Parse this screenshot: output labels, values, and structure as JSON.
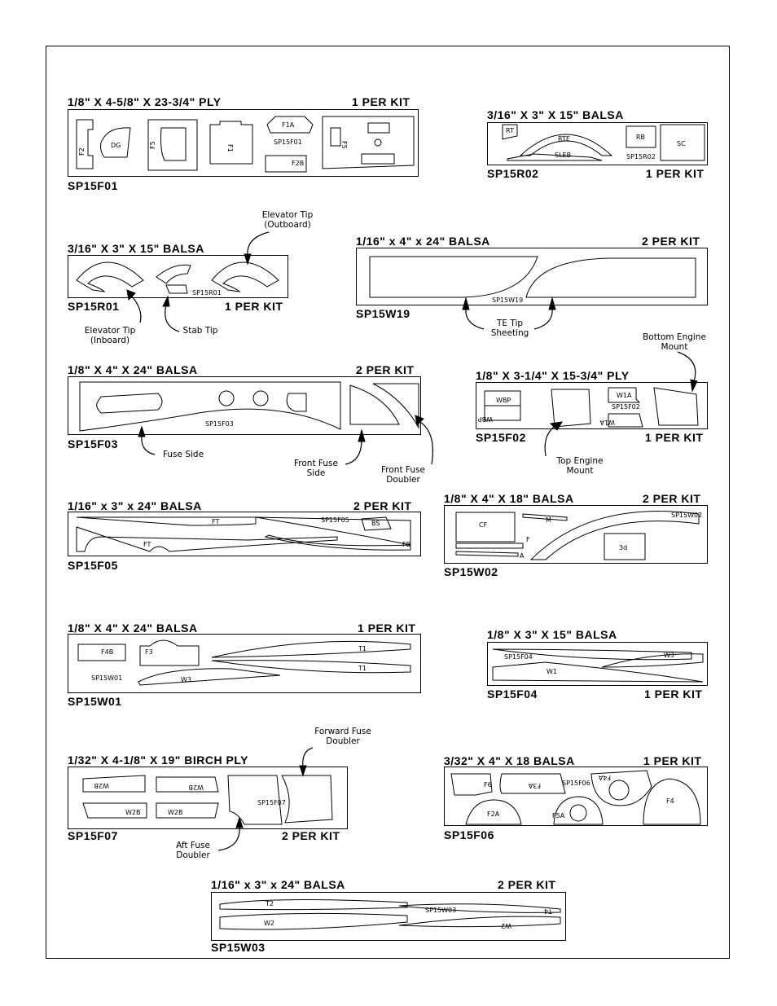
{
  "sheets": [
    {
      "id": "SP15F01",
      "spec": "1/8\" X 4-5/8\" X 23-3/4\" PLY",
      "qty": "1 PER KIT",
      "labels": [
        "F2",
        "DG",
        "F5",
        "F1",
        "F1A",
        "SP15F01",
        "F2B",
        "F5"
      ]
    },
    {
      "id": "SP15R02",
      "spec": "3/16\" X 3\" X 15\" BALSA",
      "qty": "1 PER KIT",
      "labels": [
        "RT",
        "RTE",
        "SLEB",
        "RB",
        "SP15R02",
        "SC"
      ]
    },
    {
      "id": "SP15R01",
      "spec": "3/16\" X 3\" X 15\" BALSA",
      "qty": "1 PER KIT",
      "labels": [
        "SP15R01"
      ]
    },
    {
      "id": "SP15W19",
      "spec": "1/16\" x 4\" x 24\" BALSA",
      "qty": "2 PER KIT",
      "labels": [
        "SP15W19"
      ]
    },
    {
      "id": "SP15F03",
      "spec": "1/8\" X 4\" X 24\" BALSA",
      "qty": "2 PER KIT",
      "labels": [
        "SP15F03"
      ]
    },
    {
      "id": "SP15F02",
      "spec": "1/8\" X 3-1/4\" X 15-3/4\" PLY",
      "qty": "1 PER KIT",
      "labels": [
        "WBP",
        "WBP",
        "W1A",
        "SP15F02",
        "W1A"
      ]
    },
    {
      "id": "SP15F05",
      "spec": "1/16\" x 3\" x 24\" BALSA",
      "qty": "2 PER KIT",
      "labels": [
        "FT",
        "FT",
        "SP15F05",
        "BS",
        "FB"
      ]
    },
    {
      "id": "SP15W02",
      "spec": "1/8\" X 4\" X 18\" BALSA",
      "qty": "2 PER KIT",
      "labels": [
        "CF",
        "M",
        "F",
        "A",
        "SP15W02",
        "3d"
      ]
    },
    {
      "id": "SP15W01",
      "spec": "1/8\" X 4\" X 24\" BALSA",
      "qty": "1 PER KIT",
      "labels": [
        "F4B",
        "F3",
        "SP15W01",
        "W3",
        "T1",
        "T1"
      ]
    },
    {
      "id": "SP15F04",
      "spec": "1/8\" X 3\" X 15\" BALSA",
      "qty": "1 PER KIT",
      "labels": [
        "SP15F04",
        "W3",
        "W1"
      ]
    },
    {
      "id": "SP15F07",
      "spec": "1/32\" X 4-1/8\" X 19\" BIRCH PLY",
      "qty": "2 PER KIT",
      "labels": [
        "W2B",
        "W2B",
        "W2B",
        "W2B",
        "SP15F07"
      ]
    },
    {
      "id": "SP15F06",
      "spec": "3/32\" X 4\" X 18 BALSA",
      "qty": "1 PER KIT",
      "labels": [
        "F6",
        "F3A",
        "SP15F06",
        "F4A",
        "F2A",
        "F5A",
        "F4"
      ]
    },
    {
      "id": "SP15W03",
      "spec": "1/16\" x 3\" x 24\" BALSA",
      "qty": "2 PER KIT",
      "labels": [
        "T2",
        "SP15W03",
        "T4",
        "W2",
        "W2"
      ]
    }
  ],
  "callouts": {
    "elev_tip_out": "Elevator Tip\n(Outboard)",
    "elev_tip_in": "Elevator Tip\n(Inboard)",
    "stab_tip": "Stab Tip",
    "te_tip": "TE Tip\nSheeting",
    "bottom_engine": "Bottom Engine\nMount",
    "top_engine": "Top Engine\nMount",
    "fuse_side": "Fuse Side",
    "front_fuse_side": "Front Fuse\nSide",
    "front_fuse_doubler": "Front Fuse\nDoubler",
    "forward_fuse_doubler": "Forward Fuse\nDoubler",
    "aft_fuse_doubler": "Aft Fuse\nDoubler"
  }
}
